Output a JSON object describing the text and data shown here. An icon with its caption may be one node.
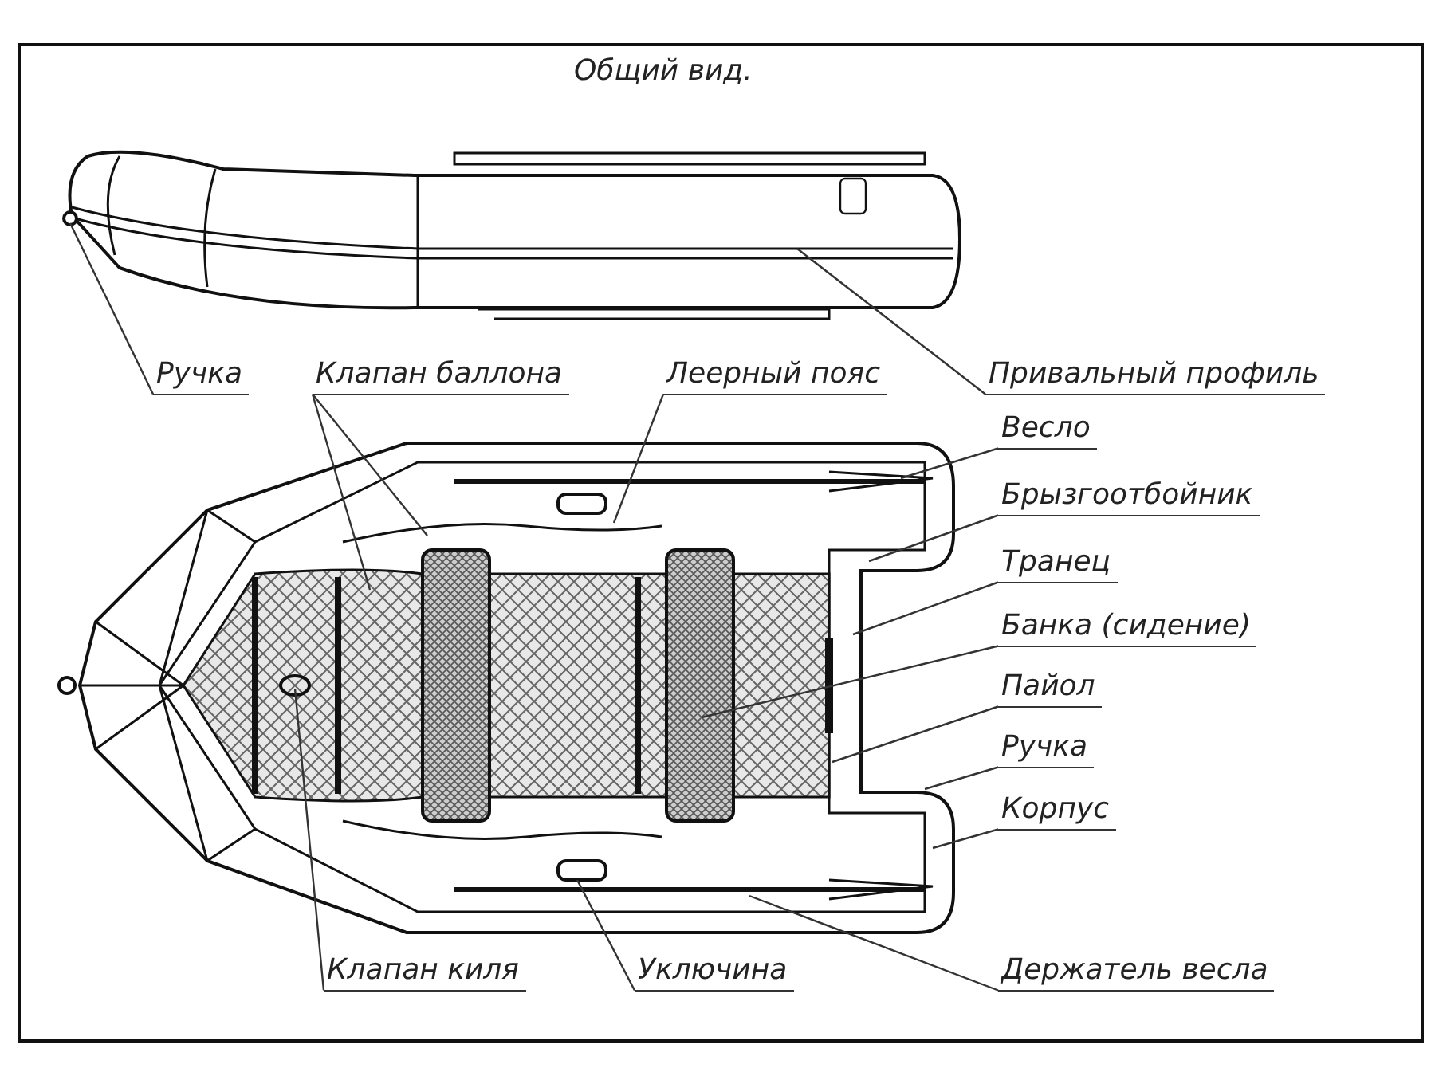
{
  "diagram": {
    "title": "Общий вид.",
    "nodes": [
      {
        "text": [
          "Ручка"
        ]
      },
      {
        "text": [
          "Клапан баллона"
        ]
      },
      {
        "text": [
          "Леерный пояс"
        ]
      },
      {
        "text": [
          "Привальный профиль"
        ]
      },
      {
        "text": [
          "Весло"
        ]
      },
      {
        "text": [
          "Брызгоотбойник"
        ]
      },
      {
        "text": [
          "Транец"
        ]
      },
      {
        "text": [
          "Банка (сидение)"
        ]
      },
      {
        "text": [
          "Пайол"
        ]
      },
      {
        "text": [
          "Ручка"
        ]
      },
      {
        "text": [
          "Корпус"
        ]
      },
      {
        "text": [
          "Клапан киля"
        ]
      },
      {
        "text": [
          "Уключина"
        ]
      },
      {
        "text": [
          "Держатель весла"
        ]
      }
    ],
    "edges": [
      {
        "from": 0,
        "to": null,
        "arrow": "none"
      },
      {
        "from": 1,
        "to": null,
        "arrow": "none"
      },
      {
        "from": 1,
        "to": null,
        "arrow": "none"
      },
      {
        "from": 2,
        "to": null,
        "arrow": "none"
      },
      {
        "from": 3,
        "to": null,
        "arrow": "none"
      },
      {
        "from": 4,
        "to": null,
        "arrow": "none"
      },
      {
        "from": 5,
        "to": null,
        "arrow": "none"
      },
      {
        "from": 6,
        "to": null,
        "arrow": "none"
      },
      {
        "from": 7,
        "to": null,
        "arrow": "none"
      },
      {
        "from": 8,
        "to": null,
        "arrow": "none"
      },
      {
        "from": 9,
        "to": null,
        "arrow": "none"
      },
      {
        "from": 10,
        "to": null,
        "arrow": "none"
      },
      {
        "from": 11,
        "to": null,
        "arrow": "none"
      },
      {
        "from": 12,
        "to": null,
        "arrow": "none"
      },
      {
        "from": 13,
        "to": null,
        "arrow": "none"
      }
    ]
  }
}
